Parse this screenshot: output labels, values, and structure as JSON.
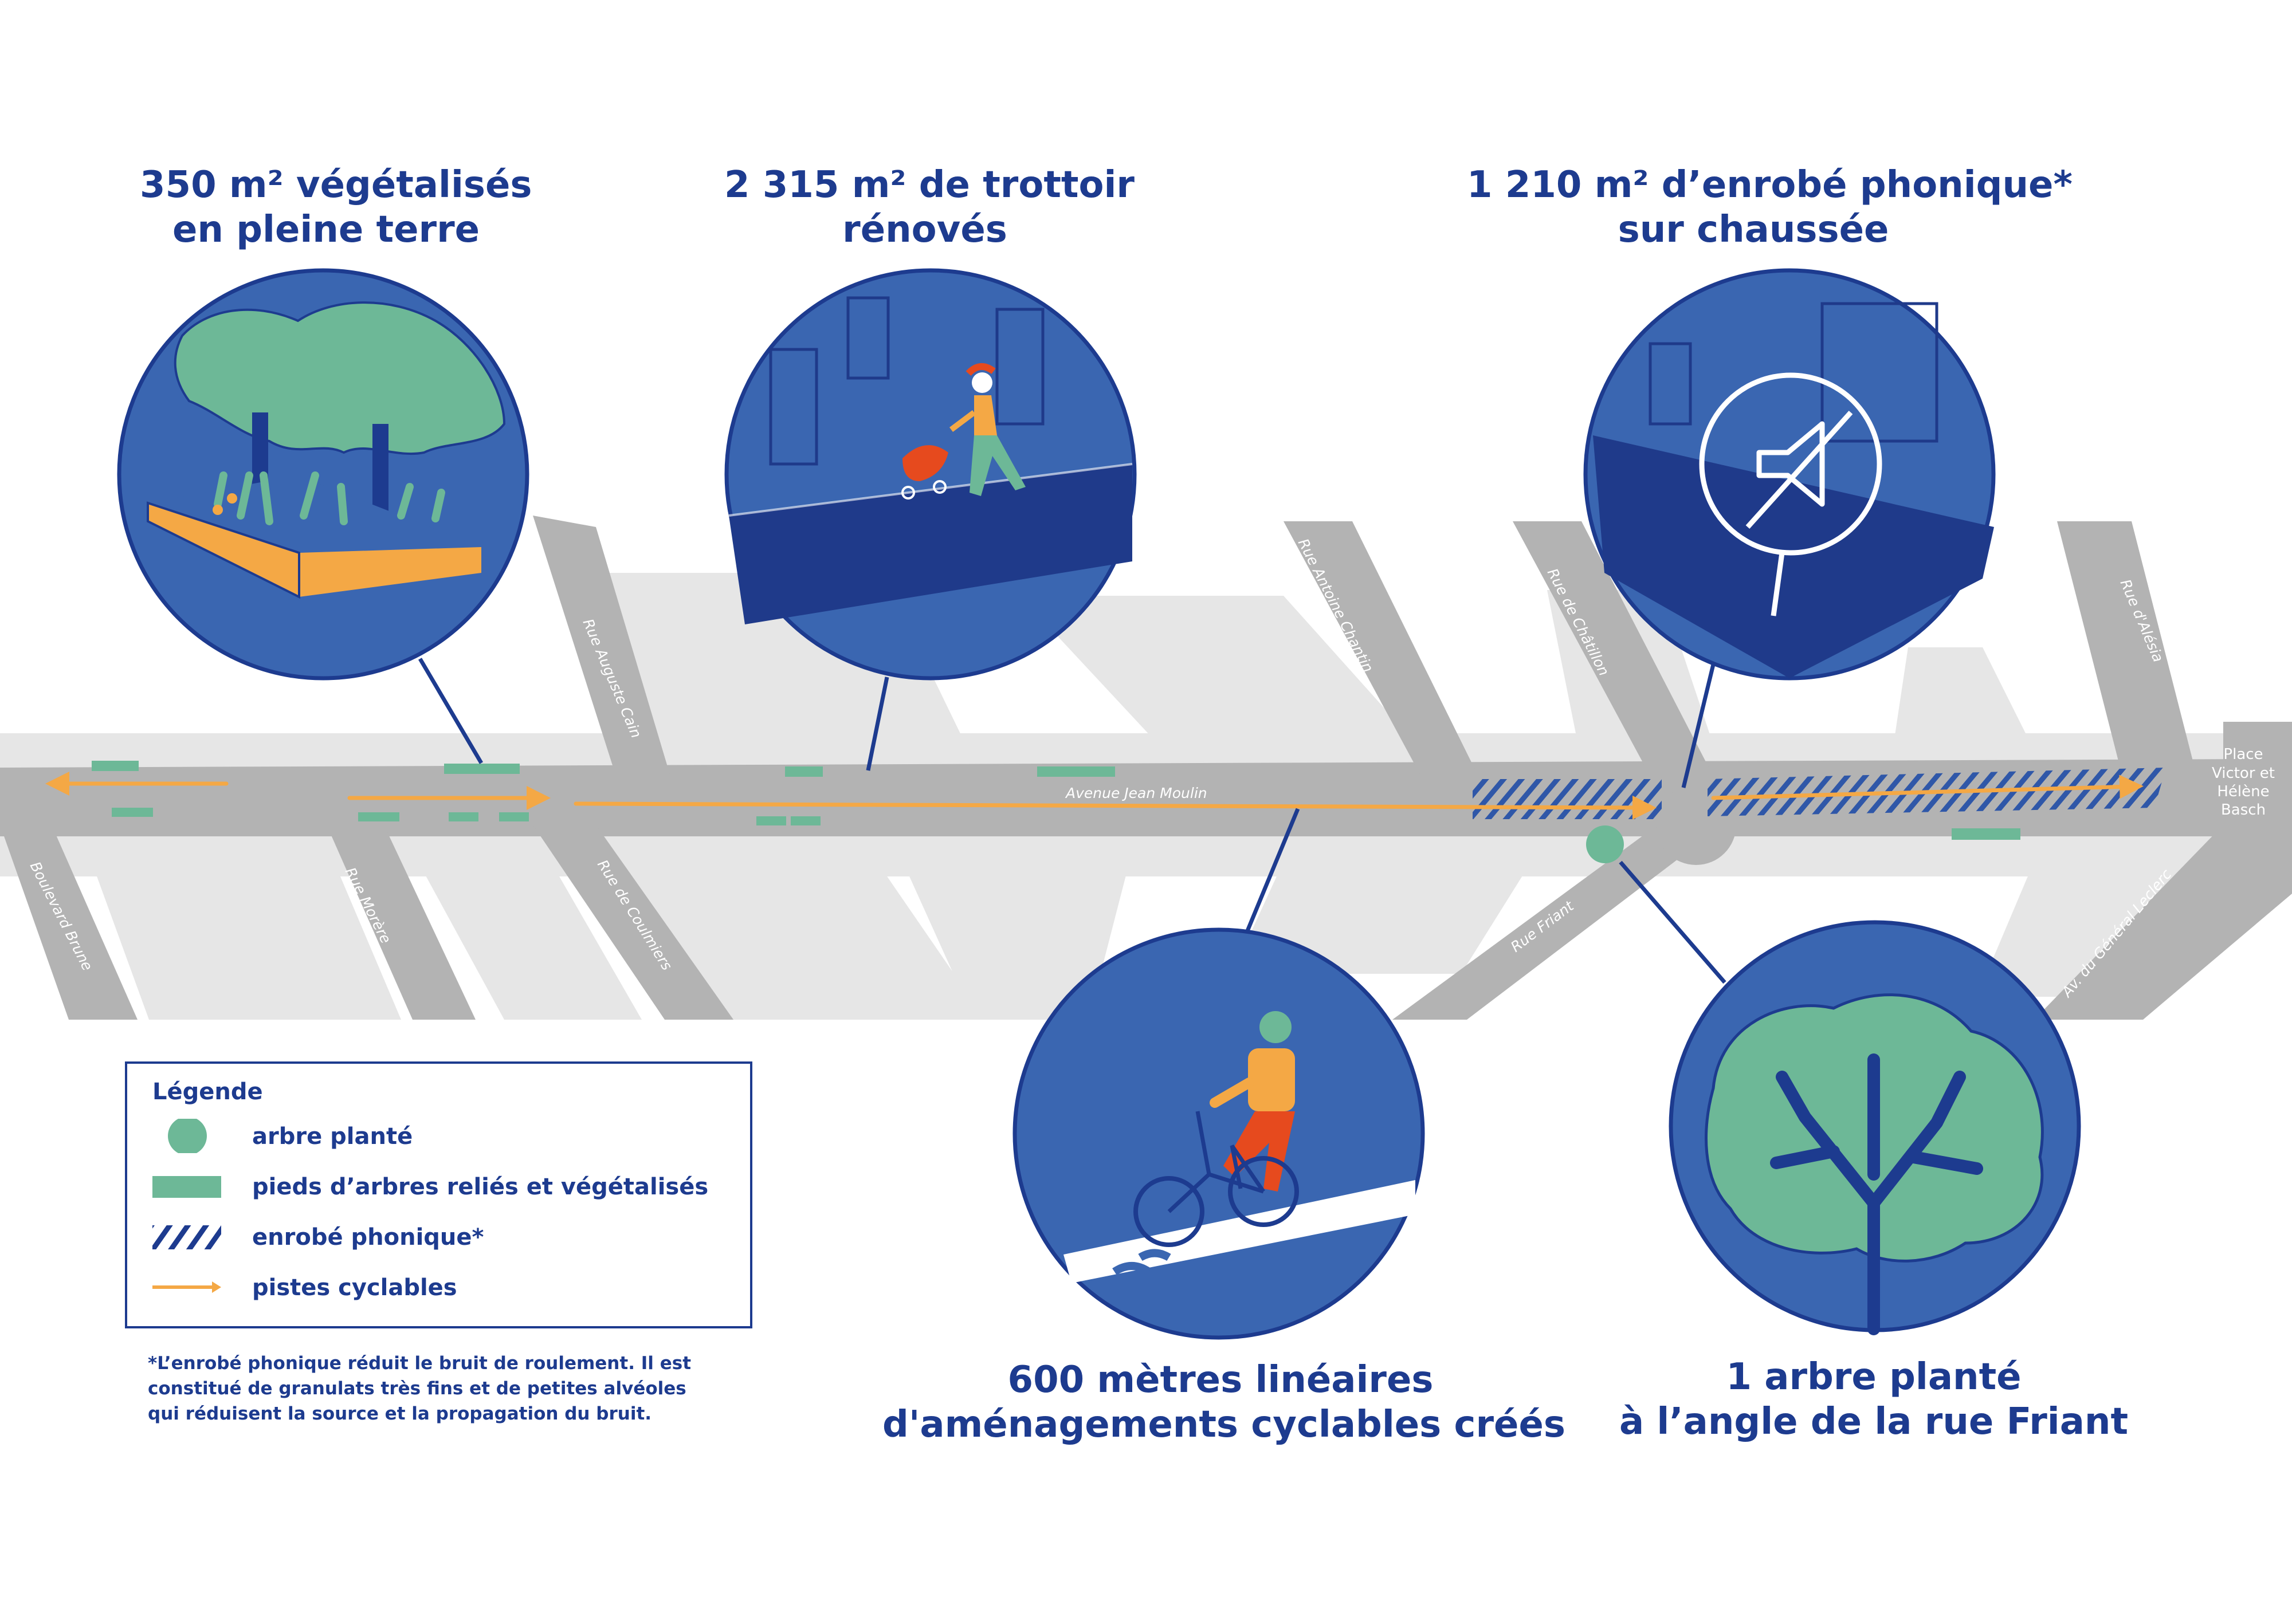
{
  "headlines": {
    "vegetation": {
      "line1": "350 m² végétalisés",
      "line2": "en pleine terre"
    },
    "sidewalk": {
      "line1": "2 315 m² de trottoir",
      "line2": "rénovés"
    },
    "asphalt": {
      "line1": "1 210 m² d’enrobé phonique*",
      "line2": "sur chaussée"
    },
    "cycling": {
      "line1": "600 mètres linéaires",
      "line2": "d'aménagements cyclables créés"
    },
    "tree": {
      "line1": "1 arbre planté",
      "line2": "à l’angle de la rue Friant"
    }
  },
  "streets": {
    "main": "Avenue Jean Moulin",
    "auguste_cain": "Rue Auguste Cain",
    "antoine_chantin": "Rue Antoine Chantin",
    "chatillon": "Rue de Châtillon",
    "alesia": "Rue d'Alésia",
    "brune": "Boulevard Brune",
    "morere": "Rue Morère",
    "coulmiers": "Rue de Coulmiers",
    "friant": "Rue Friant",
    "leclerc": "Av. du Général Leclerc",
    "place_line1": "Place",
    "place_line2": "Victor et",
    "place_line3": "Hélène",
    "place_line4": "Basch"
  },
  "legend": {
    "title": "Légende",
    "tree_planted": "arbre planté",
    "tree_pits": "pieds d’arbres reliés et végétalisés",
    "asphalt": "enrobé phonique*",
    "bike_lanes": "pistes cyclables"
  },
  "footnote": {
    "line1": "*L’enrobé phonique réduit le bruit de roulement. Il est",
    "line2": "constitué de granulats très fins et de petites alvéoles",
    "line3": "qui réduisent la source et la propagation du bruit."
  },
  "colors": {
    "navy": "#1d3b8f",
    "circle_blue": "#3a66b1",
    "dark_blue": "#1f3a8a",
    "green": "#6db897",
    "orange": "#f4a845",
    "red_orange": "#e64a1e",
    "road_grey": "#b3b3b3",
    "block_grey": "#e6e6e6"
  },
  "icons": {
    "vegetation": "planter-trees-icon",
    "sidewalk": "pedestrian-stroller-icon",
    "asphalt": "mute-sound-icon",
    "cycling": "cyclist-icon",
    "tree": "tree-icon"
  }
}
